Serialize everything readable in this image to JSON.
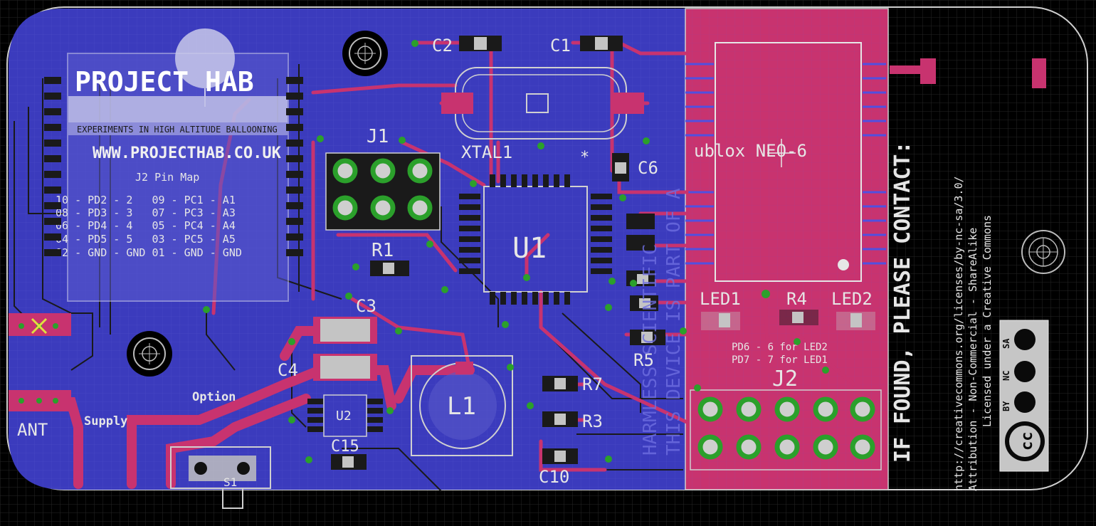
{
  "colors": {
    "background": "#000000",
    "grid": "#1e1e1e",
    "board_copper": "#3a3ab8",
    "top_copper": "#c0306a",
    "silkscreen": "#e6e6e6",
    "via": "#2ba02b",
    "pad": "#c4c4c4"
  },
  "logo": {
    "title": "PROJECT HAB",
    "subtitle": "EXPERIMENTS IN HIGH ALTITUDE BALLOONING",
    "url": "WWW.PROJECTHAB.CO.UK"
  },
  "pin_map": {
    "title": "J2 Pin Map",
    "rows": [
      "10 - PD2 - 2   09 - PC1 - A1",
      "08 - PD3 - 3   07 - PC3 - A3",
      "06 - PD4 - 4   05 - PC4 - A4",
      "04 - PD5 - 5   03 - PC5 - A5",
      "02 - GND - GND 01 - GND - GND"
    ]
  },
  "parts": {
    "c2": "C2",
    "c1": "C1",
    "xtal": "XTAL1",
    "j1": "J1",
    "c6": "C6",
    "r1": "R1",
    "u1": "U1",
    "c3": "C3",
    "c4": "C4",
    "u2": "U2",
    "c15": "C15",
    "l1": "L1",
    "r7": "R7",
    "r3": "R3",
    "c10": "C10",
    "r5": "R5",
    "led1": "LED1",
    "r4": "R4",
    "led2": "LED2",
    "j2": "J2",
    "s1": "S1",
    "gps": "ublox NEO-6"
  },
  "labels": {
    "ant": "ANT",
    "supply": "Supply",
    "option": "Option",
    "led_note_1": "PD6 - 6 for LED2",
    "led_note_2": "PD7 - 7 for LED1"
  },
  "vertical_text": {
    "found": "IF FOUND, PLEASE CONTACT:",
    "license_1": "Licensed under a Creative Commons",
    "license_2": "Attribution - Non-Commercial - ShareAlike",
    "license_3": "http://creativecommons.org/licenses/by-nc-sa/3.0/",
    "cc_by": "BY",
    "cc_nc": "NC",
    "cc_sa": "SA",
    "harmless": "HARMLESS SCIENTIFIC",
    "this_device": "THIS DEVICE IS PART OF A"
  }
}
